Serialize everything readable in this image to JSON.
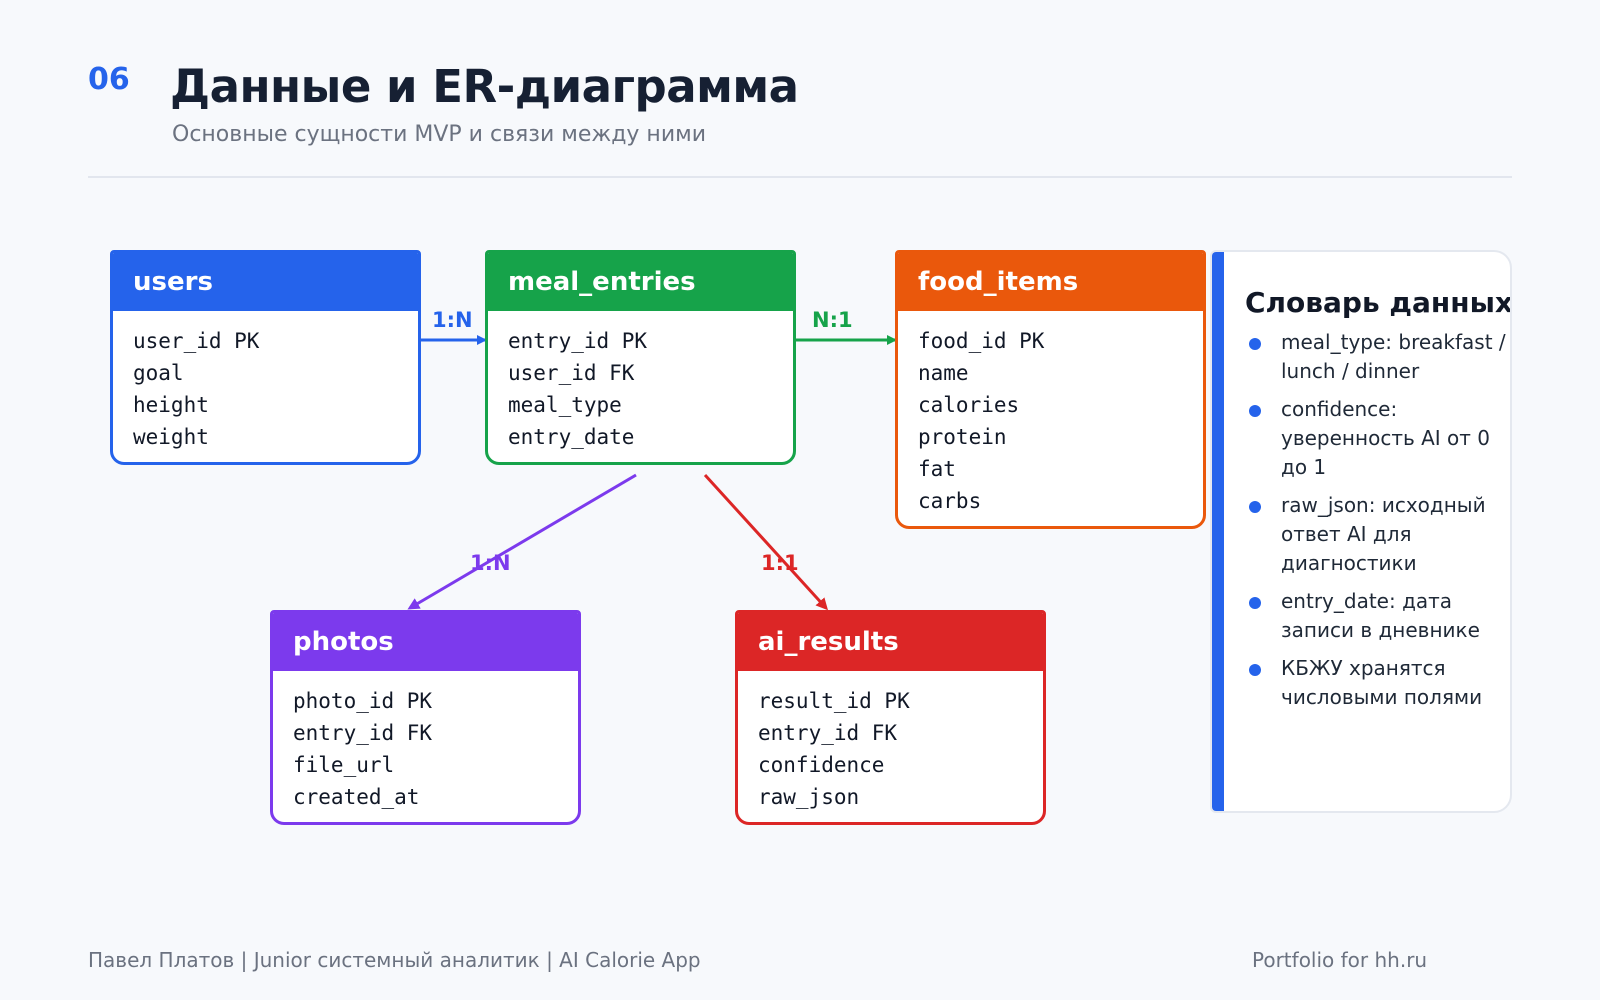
{
  "header": {
    "slide_number": "06",
    "title": "Данные и ER-диаграмма",
    "subtitle": "Основные сущности MVP и связи между ними"
  },
  "entities": {
    "users": {
      "name": "users",
      "color": "#2563eb",
      "fields": [
        "user_id PK",
        "goal",
        "height",
        "weight"
      ]
    },
    "meal_entries": {
      "name": "meal_entries",
      "color": "#16a34a",
      "fields": [
        "entry_id PK",
        "user_id FK",
        "meal_type",
        "entry_date"
      ]
    },
    "food_items": {
      "name": "food_items",
      "color": "#ea580c",
      "fields": [
        "food_id PK",
        "name",
        "calories",
        "protein",
        "fat",
        "carbs"
      ]
    },
    "photos": {
      "name": "photos",
      "color": "#7c3aed",
      "fields": [
        "photo_id PK",
        "entry_id FK",
        "file_url",
        "created_at"
      ]
    },
    "ai_results": {
      "name": "ai_results",
      "color": "#dc2626",
      "fields": [
        "result_id PK",
        "entry_id FK",
        "confidence",
        "raw_json"
      ]
    }
  },
  "relations": [
    {
      "from": "users",
      "to": "meal_entries",
      "label": "1:N",
      "color": "#2563eb"
    },
    {
      "from": "meal_entries",
      "to": "food_items",
      "label": "N:1",
      "color": "#16a34a"
    },
    {
      "from": "meal_entries",
      "to": "photos",
      "label": "1:N",
      "color": "#7c3aed"
    },
    {
      "from": "meal_entries",
      "to": "ai_results",
      "label": "1:1",
      "color": "#dc2626"
    }
  ],
  "dictionary": {
    "title": "Словарь данных",
    "items": [
      "meal_type: breakfast / lunch / dinner",
      "confidence: уверенность AI от 0 до 1",
      "raw_json: исходный ответ AI для диагностики",
      "entry_date: дата записи в дневнике",
      "КБЖУ хранятся числовыми полями"
    ]
  },
  "footer": {
    "left": "Павел Платов | Junior системный аналитик | AI Calorie App",
    "right": "Portfolio for hh.ru"
  }
}
